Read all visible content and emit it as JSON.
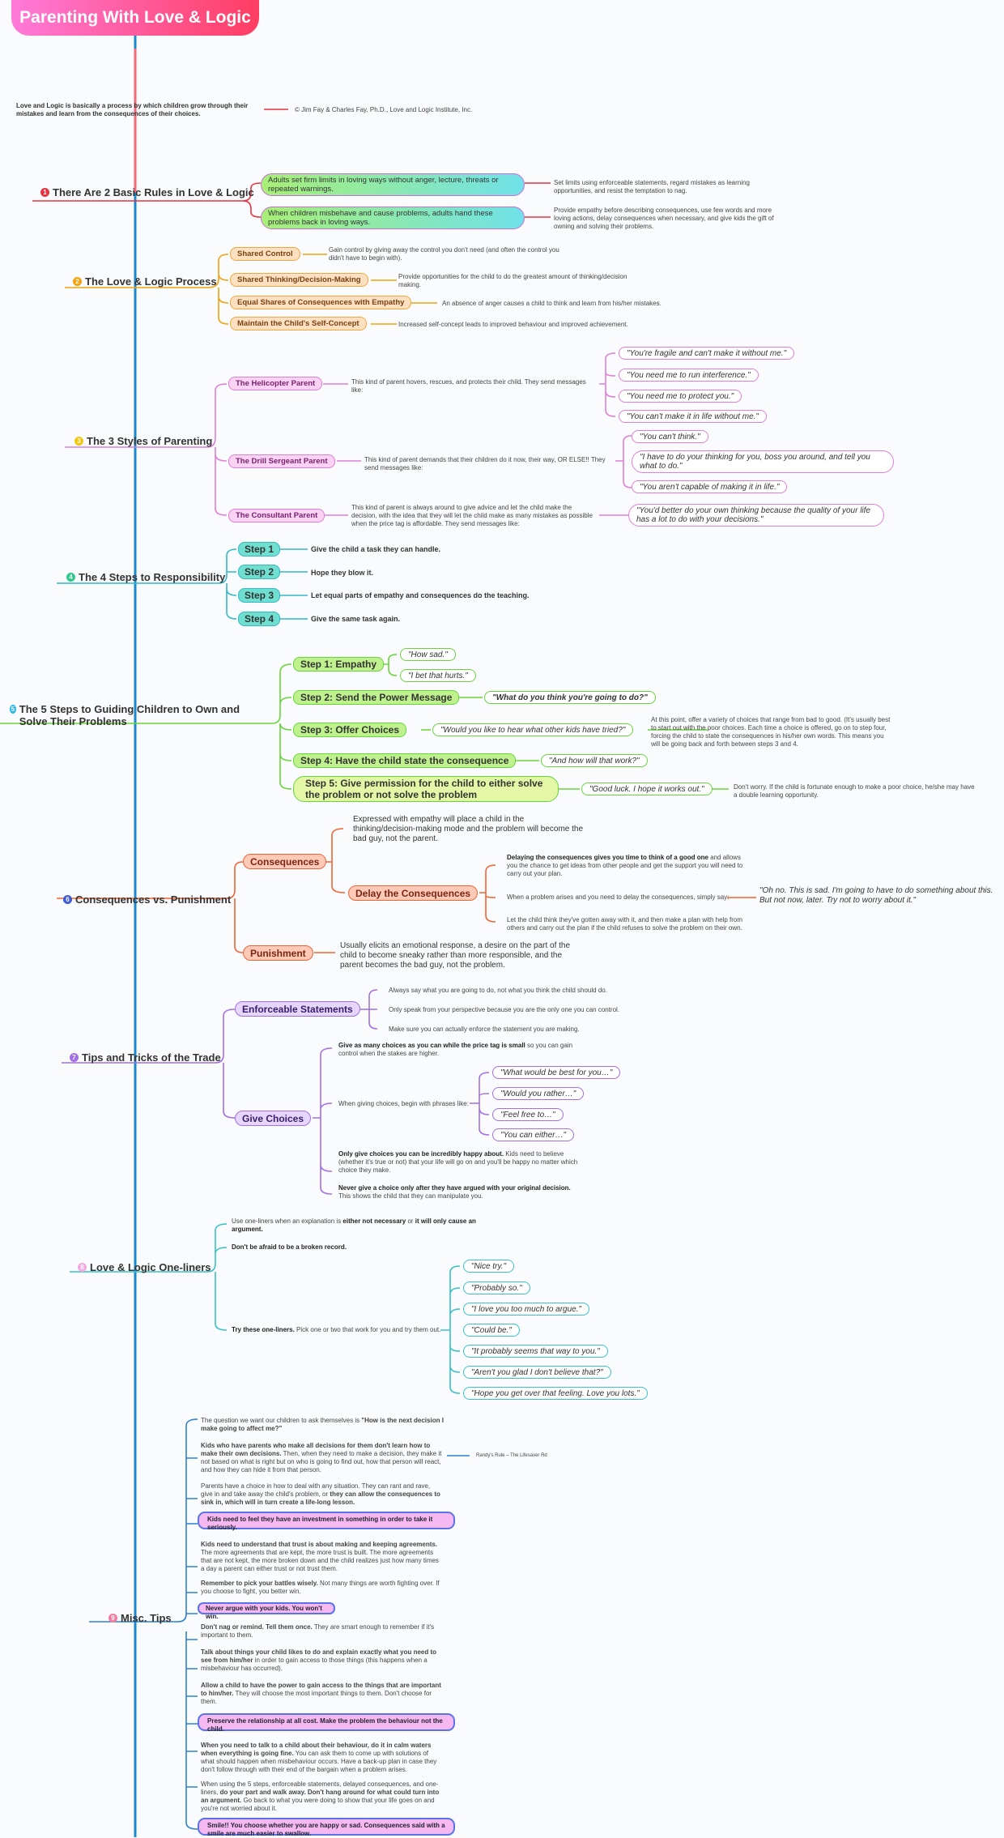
{
  "title": "Parenting With Love & Logic",
  "intro": {
    "text": "Love and Logic is basically a process by which children grow through their mistakes and learn from the consequences of their choices.",
    "credit": "© Jim Fay & Charles Fay, Ph.D., Love and Logic Institute, Inc."
  },
  "s1": {
    "num": "1",
    "label": "There Are 2 Basic Rules in Love & Logic",
    "rules": [
      "Adults set firm limits in loving ways without anger, lecture, threats or repeated warnings.",
      "When children misbehave and cause problems, adults hand these problems back in loving ways."
    ],
    "notes": [
      "Set limits using enforceable statements, regard mistakes as learning opportunities, and resist the temptation to nag.",
      "Provide empathy before describing consequences, use few words and more loving actions, delay consequences when necessary, and give kids the gift of owning and solving their problems."
    ]
  },
  "s2": {
    "num": "2",
    "label": "The Love & Logic Process",
    "items": [
      {
        "label": "Shared Control",
        "note": "Gain control by giving away the control you don't need (and often the control you didn't have to begin with)."
      },
      {
        "label": "Shared Thinking/Decision-Making",
        "note": "Provide opportunities for the child to do the greatest amount of thinking/decision making."
      },
      {
        "label": "Equal Shares of Consequences with Empathy",
        "note": "An absence of anger causes a child to think and learn from his/her mistakes."
      },
      {
        "label": "Maintain the Child's Self-Concept",
        "note": "Increased self-concept leads to improved behaviour and improved achievement."
      }
    ]
  },
  "s3": {
    "num": "3",
    "label": "The 3 Styles of Parenting",
    "styles": [
      {
        "label": "The Helicopter Parent",
        "note": "This kind of parent hovers, rescues, and protects their child. They send messages like:",
        "quotes": [
          "\"You're fragile and can't make it without me.\"",
          "\"You need me to run interference.\"",
          "\"You need me to protect you.\"",
          "\"You can't make it in life without me.\""
        ]
      },
      {
        "label": "The Drill Sergeant Parent",
        "note": "This kind of parent demands that their children do it now, their way, OR ELSE!! They send messages like:",
        "quotes": [
          "\"You can't think.\"",
          "\"I have to do your thinking for you, boss you around, and tell you what to do.\"",
          "\"You aren't capable of making it in life.\""
        ]
      },
      {
        "label": "The Consultant Parent",
        "note": "This kind of parent is always around to give advice and let the child make the decision, with the idea that they will let the child make as many mistakes as possible when the price tag is affordable. They send messages like:",
        "quotes": [
          "\"You'd better do your own thinking because the quality of your life has a lot to do with your decisions.\""
        ]
      }
    ]
  },
  "s4": {
    "num": "4",
    "label": "The 4 Steps to Responsibility",
    "steps": [
      {
        "label": "Step 1",
        "text": "Give the child a task they can handle."
      },
      {
        "label": "Step 2",
        "text": "Hope they blow it."
      },
      {
        "label": "Step 3",
        "text": "Let equal parts of empathy and consequences do the teaching."
      },
      {
        "label": "Step 4",
        "text": "Give the same task again."
      }
    ]
  },
  "s5": {
    "num": "5",
    "label": "The 5 Steps to Guiding Children to Own and Solve Their Problems",
    "step1": "Step 1: Empathy",
    "step1_q": [
      "\"How sad.\"",
      "\"I bet that hurts.\""
    ],
    "step2": "Step 2: Send the Power Message",
    "step2_q": "\"What do you think you're going to do?\"",
    "step3": "Step 3: Offer Choices",
    "step3_q": "\"Would you like to hear what other kids have tried?\"",
    "step3_note": "At this point, offer a variety of choices that range from bad to good. (It's usually best to start out with the poor choices. Each time a choice is offered, go on to step four, forcing the child to state the consequences in his/her own words. This means you will be going back and forth between steps 3 and 4.",
    "step4": "Step 4: Have the child state the consequence",
    "step4_q": "\"And how will that work?\"",
    "step5": "Step 5: Give permission for the child to either solve the problem or not solve the problem",
    "step5_q": "\"Good luck. I hope it works out.\"",
    "step5_note": "Don't worry. If the child is fortunate enough to make a poor choice, he/she may have a double learning opportunity."
  },
  "s6": {
    "num": "6",
    "label": "Consequences vs. Punishment",
    "cons": "Consequences",
    "cons_note": "Expressed with empathy will place a child in the thinking/decision-making mode and the problem will become the bad guy, not the parent.",
    "delay": "Delay the Consequences",
    "delay_a_b": "Delaying the consequences gives you time to think of a good one",
    "delay_a": " and allows you the chance to get ideas from other people and get the support you will need to carry out your plan.",
    "delay_b": "When a problem arises and you need to delay the consequences, simply say:",
    "delay_q": "\"Oh no. This is sad. I'm going to have to do something about this. But not now, later. Try not to worry about it.\"",
    "delay_c": "Let the child think they've gotten away with it, and then make a plan with help from others and carry out the plan if the child refuses to solve the problem on their own.",
    "pun": "Punishment",
    "pun_note": "Usually elicits an emotional response, a desire on the part of the child to become sneaky rather than more responsible, and the parent becomes the bad guy, not the problem."
  },
  "s7": {
    "num": "7",
    "label": "Tips and Tricks of the Trade",
    "enf": "Enforceable Statements",
    "enf_notes": [
      "Always say what you are going to do, not what you think the child should do.",
      "Only speak from your perspective because you are the only one you can control.",
      "Make sure you can actually enforce the statement you are making."
    ],
    "gc": "Give Choices",
    "gc1_b": "Give as many choices as you can while the price tag is small",
    "gc1": " so you can gain control when the stakes are higher.",
    "gc2": "When giving choices, begin with phrases like:",
    "gc_q": [
      "\"What would be best for you…\"",
      "\"Would you rather…\"",
      "\"Feel free to…\"",
      "\"You can either…\""
    ],
    "gc3_b": "Only give choices you can be incredibly happy about.",
    "gc3": " Kids need to believe (whether it's true or not) that your life will go on and you'll be happy no matter which choice they make.",
    "gc4_b": "Never give a choice only after they have argued with your original decision.",
    "gc4": " This shows the child that they can manipulate you."
  },
  "s8": {
    "num": "8",
    "label": "Love & Logic One-liners",
    "o1a": "Use one-liners when an explanation is ",
    "o1b": "either not necessary",
    "o1c": " or ",
    "o1d": "it will only cause an argument.",
    "o2": "Don't be afraid to be a broken record.",
    "o3b": "Try these one-liners.",
    "o3": " Pick one or two that work for you and try them out.",
    "quotes": [
      "\"Nice try.\"",
      "\"Probably so.\"",
      "\"I love you too much to argue.\"",
      "\"Could be.\"",
      "\"It probably seems that way to you.\"",
      "\"Aren't you glad I don't believe that?\"",
      "\"Hope you get over that feeling. Love you lots.\""
    ]
  },
  "s9": {
    "num": "9",
    "label": "Misc. Tips",
    "t1a": "The question we want our children to ask themselves is ",
    "t1b": "\"How is the next decision I make going to affect me?\"",
    "t2b": "Kids who have parents who make all decisions for them don't learn how to make their own decisions.",
    "t2": " Then, when they need to make a decision, they make it not based on what is right but on who is going to find out, how that person will react, and how they can hide it from that person.",
    "t2_ref": "Randy's Rule – The Lifesaver Rd",
    "t3a": "Parents have a choice in how to deal with any situation. They can rant and rave, give in and take away the child's problem, or ",
    "t3b": "they can allow the consequences to sink in, which will in turn create a life-long lesson.",
    "t4": "Kids need to feel they have an investment in something in order to take it seriously.",
    "t5b": "Kids need to understand that trust is about making and keeping agreements.",
    "t5": " The more agreements that are kept, the more trust is built. The more agreements that are not kept, the more broken down and the child realizes just how many times a day a parent can either trust or not trust them.",
    "t6b": "Remember to pick your battles wisely.",
    "t6": " Not many things are worth fighting over. If you choose to fight, you better win.",
    "t7": "Never argue with your kids. You won't win.",
    "t8b": "Don't nag or remind. Tell them once.",
    "t8": " They are smart enough to remember if it's important to them.",
    "t9b": "Talk about things your child likes to do and explain exactly what you need to see from him/her",
    "t9": " in order to gain access to those things (this happens when a misbehaviour has occurred).",
    "t10b": "Allow a child to have the power to gain access to the things that are important to him/her.",
    "t10": " They will choose the most important things to them. Don't choose for them.",
    "t11": "Preserve the relationship at all cost. Make the problem the behaviour not the child.",
    "t12b": "When you need to talk to a child about their behaviour, do it in calm waters when everything is going fine.",
    "t12": " You can ask them to come up with solutions of what should happen when misbehaviour occurs. Have a back-up plan in case they don't follow through with their end of the bargain when a problem arises.",
    "t13a": "When using the 5 steps, enforceable statements, delayed consequences, and one-liners, ",
    "t13b": "do your part and walk away. Don't hang around for what could turn into an argument.",
    "t13c": " Go back to what you were doing to show that your life goes on and you're not worried about it.",
    "t14": "Smile!! You choose whether you are happy or sad. Consequences said with a smile are much easier to swallow."
  },
  "colors": {
    "s1": "#e8323f",
    "s2": "#f2a20d",
    "s3": "#e07ed8",
    "s4": "#35b8c9",
    "s5": "#6ad43d",
    "s6": "#ef6535",
    "s7": "#a36ee6",
    "s8": "#39c1c9",
    "s9": "#2d7fd1",
    "main": "#1b88d0"
  }
}
